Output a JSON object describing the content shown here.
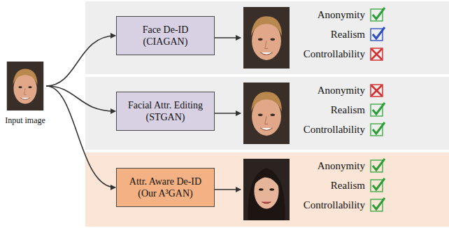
{
  "diagram": {
    "nodes": [
      {
        "text": [
          "Input image"
        ]
      },
      {
        "text": [
          "Face De-ID (CIAGAN)"
        ]
      },
      {
        "text": [
          "Facial Attr. Editing (STGAN)"
        ]
      },
      {
        "text": [
          "Attr. Aware De-ID (Our A³GAN)"
        ]
      }
    ],
    "edges": [
      {
        "from": 0,
        "to": 1,
        "arrow": "to"
      },
      {
        "from": 0,
        "to": 2,
        "arrow": "to"
      },
      {
        "from": 0,
        "to": 3,
        "arrow": "to"
      }
    ],
    "labels": [
      "Anonymity",
      "Realism",
      "Controllability",
      "Anonymity",
      "Realism",
      "Controllability",
      "Anonymity",
      "Realism",
      "Controllability"
    ]
  }
}
